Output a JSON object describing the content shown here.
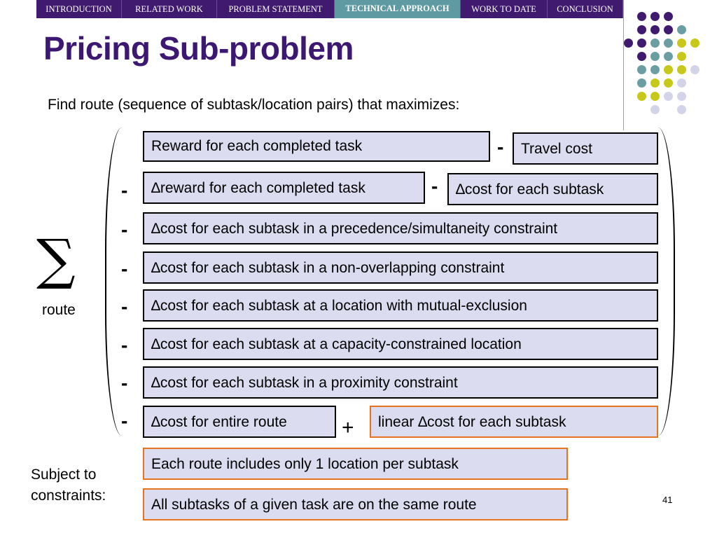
{
  "nav": {
    "items": [
      {
        "label": "INTRODUCTION",
        "active": false
      },
      {
        "label": "RELATED WORK",
        "active": false
      },
      {
        "label": "PROBLEM STATEMENT",
        "active": false
      },
      {
        "label": "TECHNICAL APPROACH",
        "active": true
      },
      {
        "label": "WORK TO DATE",
        "active": false
      },
      {
        "label": "CONCLUSION",
        "active": false
      }
    ]
  },
  "title": "Pricing Sub-problem",
  "intro": "Find route (sequence of subtask/location pairs) that maximizes:",
  "sum": {
    "symbol": "∑",
    "subscript": "route"
  },
  "terms": {
    "reward": "Reward for each completed task",
    "travel": "Travel cost",
    "delta_reward": "∆reward for each completed task",
    "delta_cost": "∆cost for each subtask",
    "precedence": "∆cost for each subtask in a precedence/simultaneity constraint",
    "nonoverlap": "∆cost for each subtask in a non-overlapping constraint",
    "mutex": "∆cost for each subtask at a location with mutual-exclusion",
    "capacity": "∆cost for each subtask at a capacity-constrained location",
    "proximity": "∆cost for each subtask in a proximity constraint",
    "entire_route": "∆cost for entire route",
    "linear": "linear ∆cost for each subtask"
  },
  "ops": {
    "minus": "-",
    "plus": "+"
  },
  "constraints": {
    "label_line1": "Subject to",
    "label_line2": "constraints:",
    "items": [
      "Each route includes only 1 location per subtask",
      "All subtasks of a given task are on the same route"
    ]
  },
  "page_number": "41",
  "colors": {
    "nav_bg": "#3f1a6e",
    "nav_active": "#5f9aa3",
    "title": "#3d1872",
    "box_fill": "#dcdcf0",
    "box_orange": "#e8731e",
    "dot_purple": "#3f1a6e",
    "dot_teal": "#6b9ea3",
    "dot_olive": "#c8c81a",
    "dot_lavender": "#d4d4e8"
  }
}
